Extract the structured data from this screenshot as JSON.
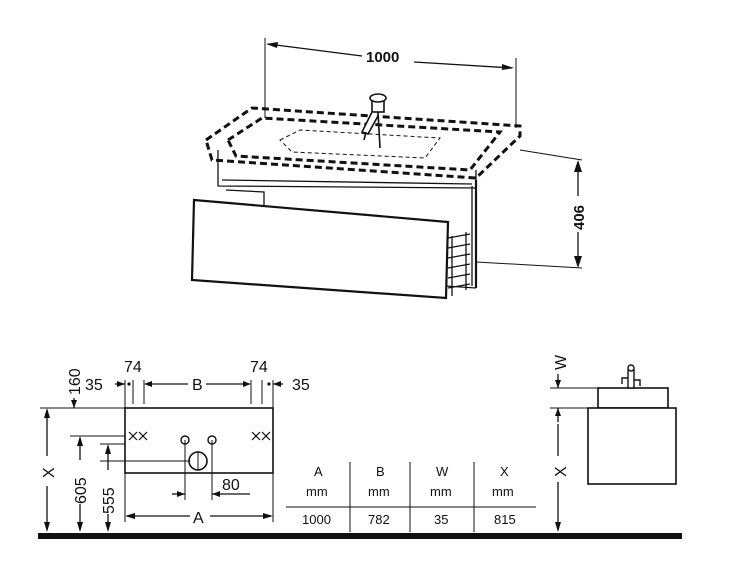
{
  "top_view": {
    "width_dim": "1000",
    "height_dim": "406"
  },
  "plan_view": {
    "left_offset": "35",
    "left_bracket": "74",
    "center_label": "B",
    "right_bracket": "74",
    "right_offset": "35",
    "depth_dim": "160",
    "x_label": "X",
    "h605": "605",
    "h555": "555",
    "drain_offset": "80",
    "a_label": "A"
  },
  "side_view": {
    "w_label": "W",
    "x_label": "X"
  },
  "table": {
    "headers": [
      "A",
      "B",
      "W",
      "X"
    ],
    "units": [
      "mm",
      "mm",
      "mm",
      "mm"
    ],
    "values": [
      "1000",
      "782",
      "35",
      "815"
    ]
  }
}
